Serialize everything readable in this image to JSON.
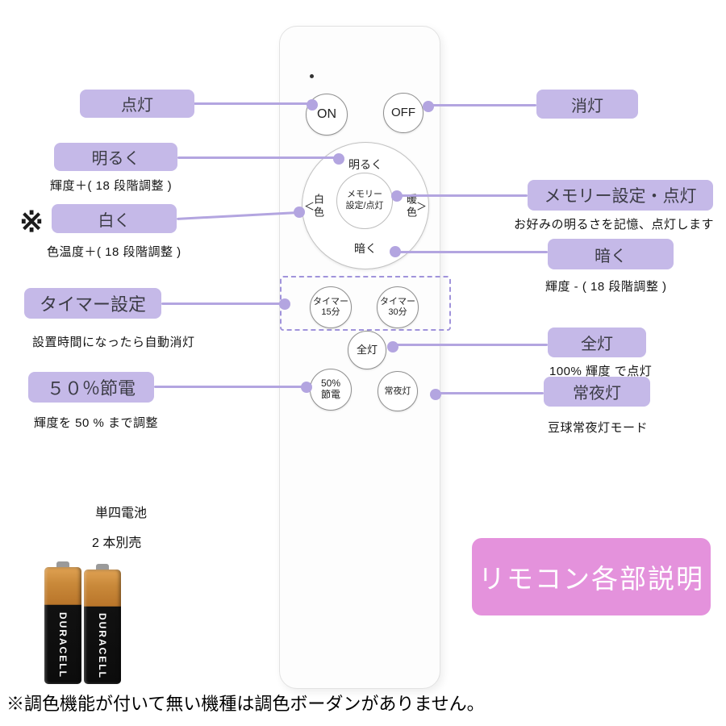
{
  "remote": {
    "power_on": "ON",
    "power_off": "OFF",
    "pad": {
      "top": "明るく",
      "left_arrow": "＜",
      "left": "白\n色",
      "center": "メモリー\n設定/点灯",
      "right": "暖\n色",
      "right_arrow": "＞",
      "bottom": "暗く"
    },
    "timer15": "タイマー\n15分",
    "timer30": "タイマー\n30分",
    "all_light": "全灯",
    "save50": "50%\n節電",
    "night_light": "常夜灯"
  },
  "callouts": {
    "asterisk": "※",
    "left": [
      {
        "label": "点灯",
        "sub": ""
      },
      {
        "label": "明るく",
        "sub": "輝度＋( 18 段階調整 )"
      },
      {
        "label": "白く",
        "sub": "色温度＋( 18 段階調整 )"
      },
      {
        "label": "タイマー設定",
        "sub": "設置時間になったら自動消灯"
      },
      {
        "label": "５０％節電",
        "sub": "輝度を 50 % まで調整"
      }
    ],
    "right": [
      {
        "label": "消灯",
        "sub": ""
      },
      {
        "label": "メモリー設定・点灯",
        "sub": "お好みの明るさを記憶、点灯します"
      },
      {
        "label": "暗く",
        "sub": "輝度 - ( 18 段階調整 )"
      },
      {
        "label": "全灯",
        "sub": "100% 輝度 で点灯"
      },
      {
        "label": "常夜灯",
        "sub": "豆球常夜灯モード"
      }
    ]
  },
  "battery": {
    "line1": "単四電池",
    "line2": "2 本別売",
    "brand": "DURACELL"
  },
  "title_badge": "リモコン各部説明",
  "footnote": "※調色機能が付いて無い機種は調色ボーダンがありません。",
  "colors": {
    "callout_bg": "#c5b9e8",
    "callout_text": "#3c3c46",
    "badge_bg": "#e492dc",
    "connector": "#b3a5e0",
    "dashed": "#a093db"
  }
}
